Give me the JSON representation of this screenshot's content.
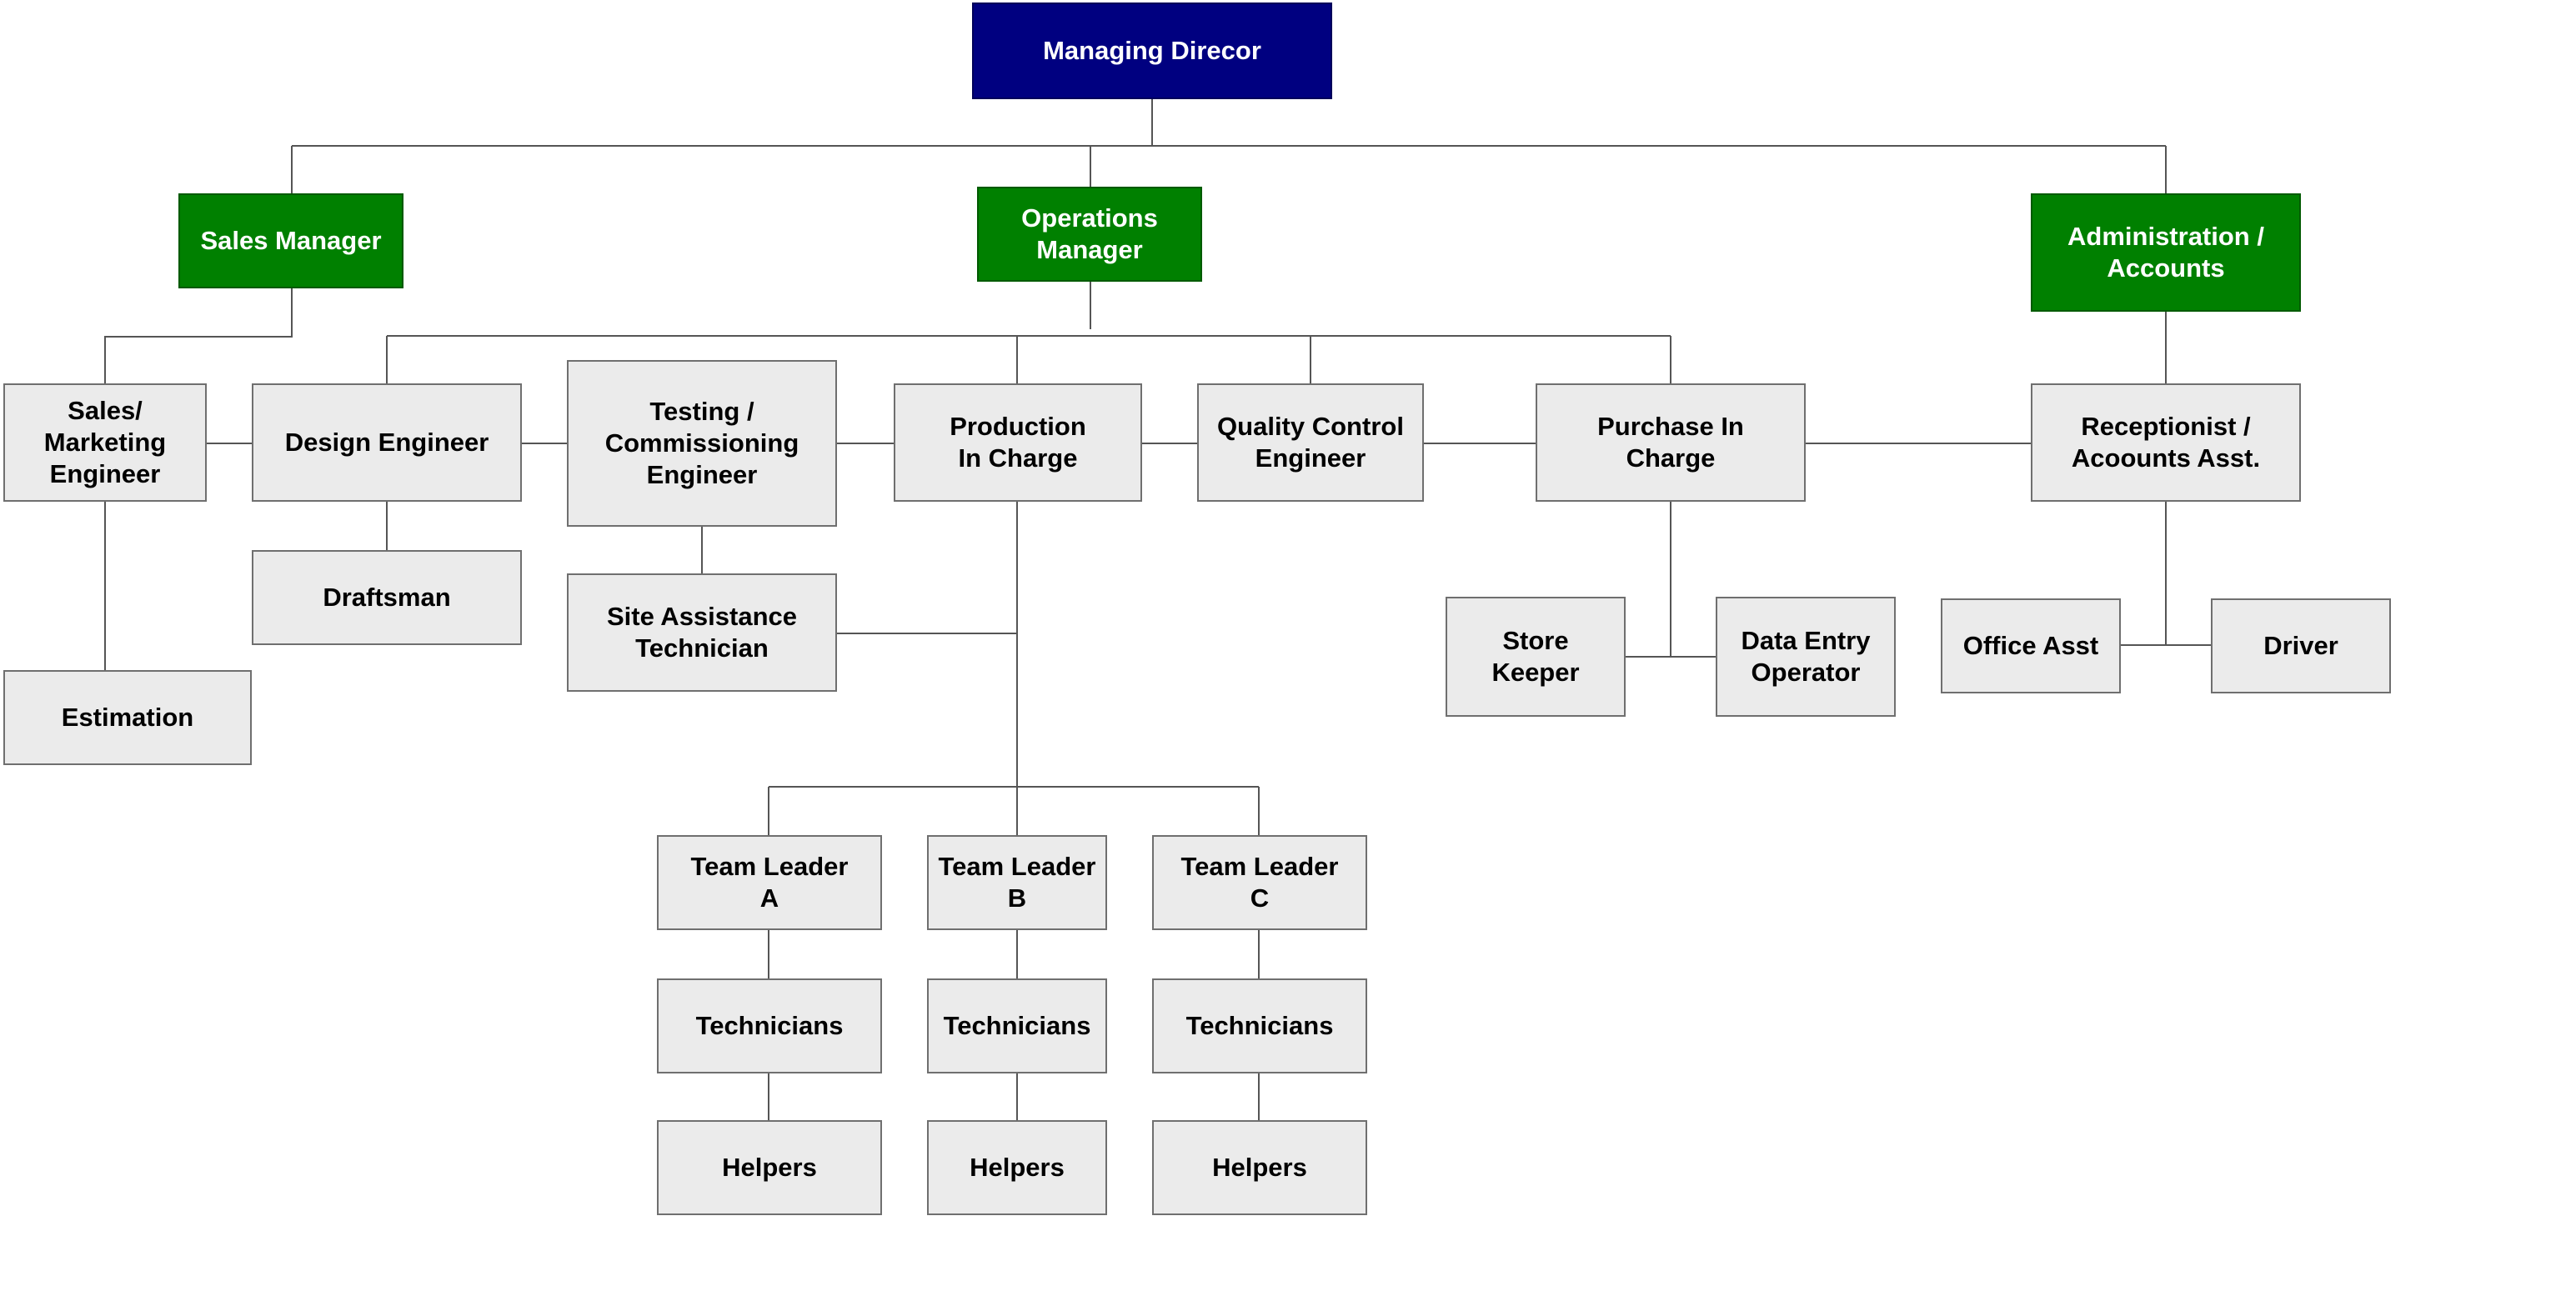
{
  "colors": {
    "director_fill": "#000080",
    "manager_fill": "#008000",
    "staff_fill": "#ebebeb",
    "line": "#555555"
  },
  "nodes": {
    "managing_director": "Managing Direcor",
    "sales_manager": "Sales Manager",
    "operations_manager": "Operations\nManager",
    "administration_accounts": "Administration /\nAccounts",
    "sales_marketing_engineer": "Sales/\nMarketing\nEngineer",
    "estimation": "Estimation",
    "design_engineer": "Design Engineer",
    "draftsman": "Draftsman",
    "testing_commissioning_engineer": "Testing /\nCommissioning\nEngineer",
    "site_assistance_technician": "Site Assistance\nTechnician",
    "production_in_charge": "Production\nIn Charge",
    "quality_control_engineer": "Quality Control\nEngineer",
    "purchase_in_charge": "Purchase In\nCharge",
    "store_keeper": "Store\nKeeper",
    "data_entry_operator": "Data Entry\nOperator",
    "receptionist_accounts_asst": "Receptionist /\nAcoounts Asst.",
    "office_asst": "Office Asst",
    "driver": "Driver",
    "team_leader_a": "Team Leader\nA",
    "team_leader_b": "Team Leader\nB",
    "team_leader_c": "Team Leader\nC",
    "technicians_a": "Technicians",
    "technicians_b": "Technicians",
    "technicians_c": "Technicians",
    "helpers_a": "Helpers",
    "helpers_b": "Helpers",
    "helpers_c": "Helpers"
  }
}
